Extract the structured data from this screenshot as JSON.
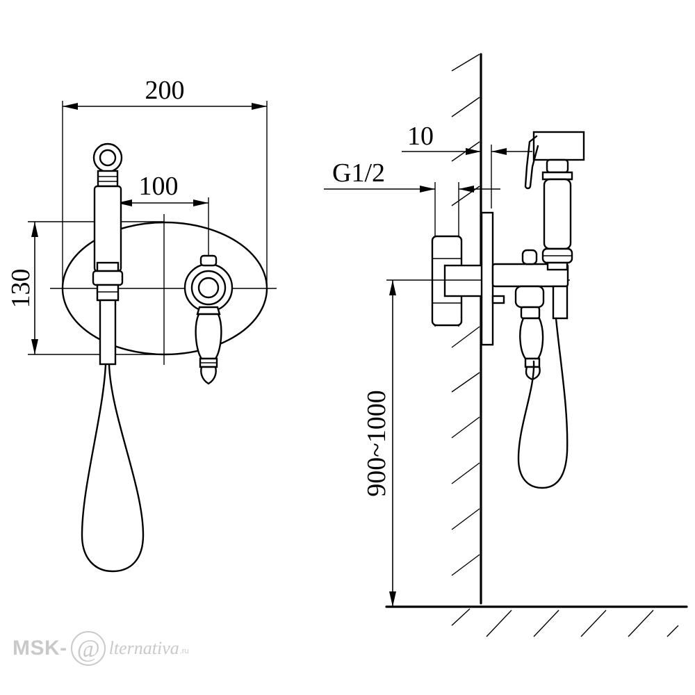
{
  "dimensions": {
    "width_200": "200",
    "spacing_100": "100",
    "height_130": "130",
    "offset_10": "10",
    "thread_g12": "G1/2",
    "mount_height": "900~1000"
  },
  "watermark": {
    "part1": "MSK-",
    "part2": "lternativa",
    "tld": ".ru",
    "at_symbol": "@"
  },
  "colors": {
    "line": "#000000",
    "background": "#ffffff",
    "watermark": "#c9c9c9"
  }
}
